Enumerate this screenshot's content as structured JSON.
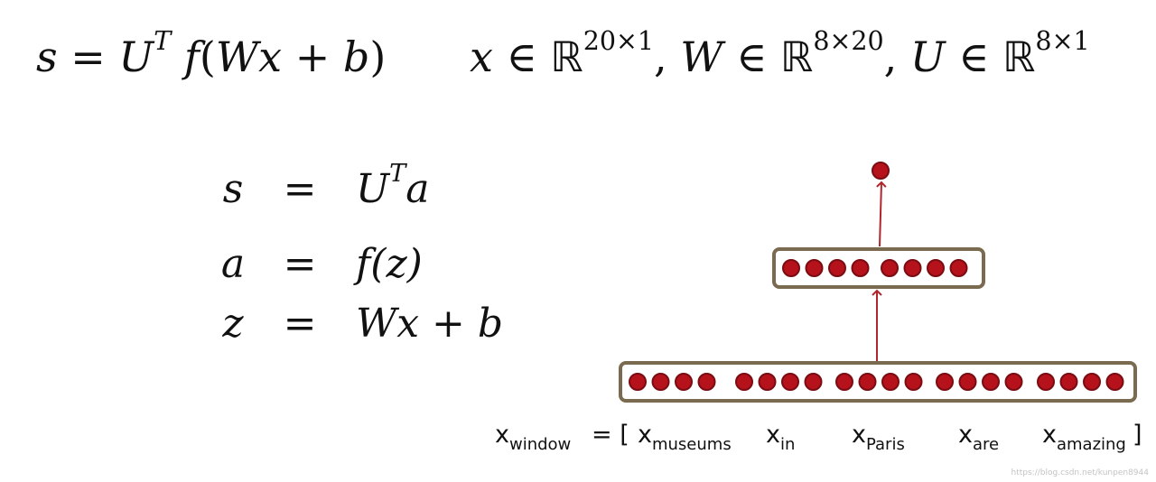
{
  "formula_main": {
    "s": "s",
    "equals": "=",
    "U": "U",
    "T": "T",
    "f": "f",
    "open": "(",
    "W": "W",
    "x": "x",
    "plus": "+",
    "b": "b",
    "close": ")"
  },
  "formula_dims": {
    "x": "x",
    "in": "∈",
    "R": "ℝ",
    "x_dim": "20×1",
    "comma": ",",
    "W": "W",
    "W_dim": "8×20",
    "U": "U",
    "U_dim": "8×1"
  },
  "equations": [
    {
      "lhs": "s",
      "eq": "=",
      "rhs_a": "U",
      "rhs_sup": "T",
      "rhs_b": "a"
    },
    {
      "lhs": "a",
      "eq": "=",
      "rhs": "f(z)"
    },
    {
      "lhs": "z",
      "eq": "=",
      "rhs": "Wx + b"
    }
  ],
  "window": {
    "lhs_var": "x",
    "lhs_sub": "window",
    "eq_bracket": "= [",
    "tokens": [
      {
        "var": "x",
        "sub": "museums"
      },
      {
        "var": "x",
        "sub": "in"
      },
      {
        "var": "x",
        "sub": "Paris"
      },
      {
        "var": "x",
        "sub": "are"
      },
      {
        "var": "x",
        "sub": "amazing"
      }
    ],
    "close_bracket": "]"
  },
  "diagram": {
    "colors": {
      "neuron": "#b5121b",
      "neuron_stroke": "#7a0c12",
      "box": "#7a6a4f",
      "arrow": "#b0262d"
    },
    "input_groups": 5,
    "neurons_per_group": 4,
    "hidden_units": 8,
    "output_units": 1
  },
  "watermark": "https://blog.csdn.net/kunpen8944"
}
